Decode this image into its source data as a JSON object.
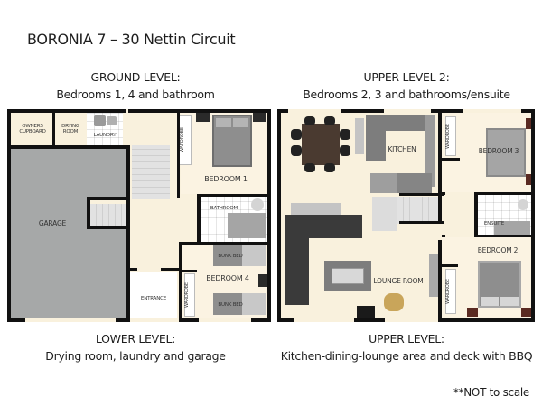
{
  "title": "BORONIA 7 – 30 Nettin Circuit",
  "ground_level": {
    "heading": "GROUND LEVEL:",
    "subheading": "Bedrooms 1, 4 and bathroom",
    "rooms": {
      "owners_cupboard": "OWNERS CUPBOARD",
      "drying_room": "DRYING ROOM",
      "laundry": "LAUNDRY",
      "garage": "GARAGE",
      "wardrobe_b1": "WARDROBE",
      "bedroom1": "BEDROOM 1",
      "bathroom": "BATHROOM",
      "bunk_bed_top": "BUNK BED",
      "bunk_bed_bottom": "BUNK BED",
      "bedroom4": "BEDROOM 4",
      "wardrobe_b4": "WARDROBE",
      "entrance": "ENTRANCE"
    }
  },
  "lower_level": {
    "heading": "LOWER LEVEL:",
    "subheading": "Drying room, laundry and garage"
  },
  "upper_level_2": {
    "heading": "UPPER LEVEL 2:",
    "subheading": "Bedrooms 2, 3 and bathrooms/ensuite",
    "rooms": {
      "kitchen": "KITCHEN",
      "wardrobe_b3": "WARDROBE",
      "bedroom3": "BEDROOM 3",
      "ensuite": "ENSUITE",
      "bedroom2": "BEDROOM 2",
      "wardrobe_b2": "WARDROBE",
      "lounge_room": "LOUNGE ROOM"
    }
  },
  "upper_level": {
    "heading": "UPPER LEVEL:",
    "subheading": "Kitchen-dining-lounge area and deck with BBQ"
  },
  "note": "**NOT to scale",
  "colors": {
    "floor": "#f9f1dd",
    "garage": "#a6a8a8",
    "wall": "#111111",
    "furniture_dark": "#3a3a3a",
    "bed": "#8e8e8e",
    "table": "#4a3a30"
  }
}
